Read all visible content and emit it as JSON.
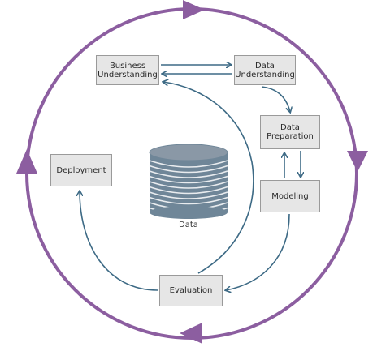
{
  "diagram": {
    "phases": {
      "business_understanding": "Business\nUnderstanding",
      "data_understanding": "Data\nUnderstanding",
      "data_preparation": "Data\nPreparation",
      "modeling": "Modeling",
      "evaluation": "Evaluation",
      "deployment": "Deployment"
    },
    "center_label": "Data"
  },
  "colors": {
    "outer_cycle": "#8c5ea0",
    "inner_arrows": "#3d6a85",
    "box_fill": "#e6e6e6",
    "box_border": "#9a9a9a",
    "cylinder_top": "#8a98a6",
    "cylinder_ring": "#6f8698",
    "cylinder_gap": "#e9ecef"
  }
}
